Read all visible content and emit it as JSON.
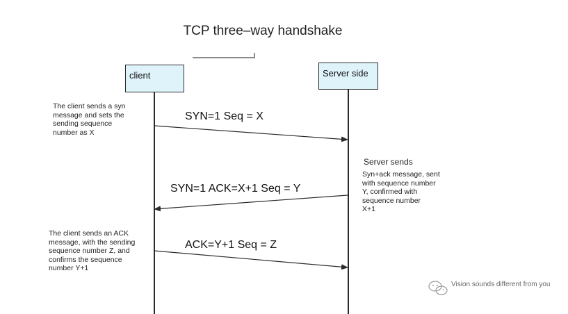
{
  "diagram": {
    "title": "TCP three–way handshake",
    "participants": {
      "client": "client",
      "server": "Server side"
    },
    "messages": [
      {
        "label": "SYN=1  Seq = X",
        "from": "client",
        "to": "server"
      },
      {
        "label": "SYN=1  ACK=X+1 Seq = Y",
        "from": "server",
        "to": "client"
      },
      {
        "label": "ACK=Y+1 Seq = Z",
        "from": "client",
        "to": "server"
      }
    ],
    "notes": {
      "client_syn": "The client sends a syn\nmessage and sets the\nsending sequence\nnumber as X",
      "server_title": "Server sends",
      "server_synack": "Syn+ack message, sent\nwith sequence number\nY, confirmed with\nsequence number\nX+1",
      "client_ack": "The client sends an ACK\nmessage, with the sending\nsequence number Z, and\nconfirms the sequence\nnumber Y+1"
    }
  },
  "watermark": {
    "text": "Vision sounds different from you",
    "icon": "wechat-logo-icon"
  },
  "colors": {
    "box_fill": "#dff3fb",
    "line": "#2a2a2a",
    "text": "#111111"
  }
}
